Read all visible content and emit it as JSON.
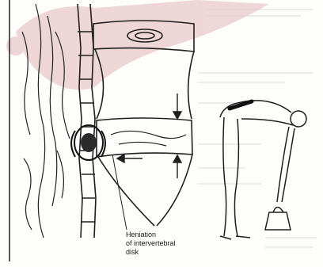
{
  "caption": {
    "line1": "Heniation",
    "line2": "of intervertebral",
    "line3": "disk"
  },
  "colors": {
    "ink": "#1f1f1f",
    "watermark": "#e9c9cb",
    "background": "#fdfdfc"
  }
}
